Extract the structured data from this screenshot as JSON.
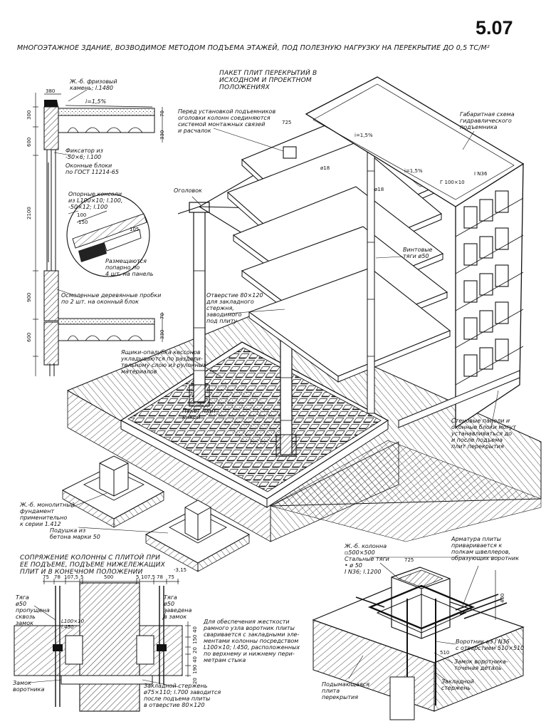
{
  "page": {
    "number": "5.07",
    "title": "МНОГОЭТАЖНОЕ ЗДАНИЕ, ВОЗВОДИМОЕ МЕТОДОМ ПОДЪЕМА ЭТАЖЕЙ, ПОД ПОЛЕЗНУЮ НАГРУЗКУ НА ПЕРЕКРЫТИЕ ДО 0,5 ТС/М²"
  },
  "section_detail": {
    "labels": {
      "cornice": "Ж.-б. фризовый\nкамень; l.1480",
      "slope": "i=1,5%",
      "fixer": "Фиксатор из\n-50×6; l.100",
      "window_blocks": "Оконные блоки\nпо ГОСТ 11214-65",
      "consoles": "Опорные консоли\nиз L100×10; l.100,\n-50×12; l.100",
      "paired": "Размещаются\nпопарно по\n4 шт. на панель",
      "plugs": "Осмоленные деревянные пробки\nпо 2 шт. на оконный блок"
    },
    "dims": {
      "top_width": "380",
      "d300": "300",
      "d600_top": "600",
      "d2100": "2100",
      "d900": "900",
      "d600_bottom": "600",
      "d330_top": "330",
      "d70_top": "70",
      "d330_bottom": "330",
      "d70_bottom": "70",
      "console_100": "100",
      "console_150": "150",
      "console_105": "105"
    }
  },
  "main_view": {
    "caption": "ПАКЕТ ПЛИТ ПЕРЕКРЫТИЙ В\nИСХОДНОМ И ПРОЕКТНОМ\nПОЛОЖЕНИЯХ",
    "labels": {
      "before_install": "Перед установкой подъемников\nоголовки колонн соединяются\nсистемой монтажных связей\nи расчалок",
      "head": "Оголовок",
      "jack_scheme": "Габаритная схема\nгидравлического\nподъемника",
      "screw_rods": "Винтовые\nтяги ø50",
      "opening": "Отверстие 80×120\nдля закладного\nстержня,\nзаводимого\nпод плиту",
      "boxes": "Ящики-опалубка кессонов\nукладываются по раздели-\nтельному слою из рулонных\nматериалов",
      "slab_pack": "Пакет плит\nникой",
      "wall_panels": "Стеновые панели и\nоконные блоки могут\nустанавливаться до\nи после подъема\nплит перекрытия",
      "foundation": "Ж.-б. монолитный\nфундамент\nприменительно\nк серии 1.412",
      "pad": "Подушка из\nбетона марки 50"
    },
    "tags": {
      "d725": "725",
      "phi18_a": "ø18",
      "phi18_b": "ø18",
      "i15_a": "i=1,5%",
      "i15_b": "i=1,5%",
      "channel": "I N36",
      "angle": "Г 100×10",
      "level": "-3,15"
    }
  },
  "bottom_left": {
    "caption": "СОПРЯЖЕНИЕ КОЛОННЫ С ПЛИТОЙ ПРИ\nЕЕ ПОДЪЕМЕ, ПОДЪЕМЕ НИЖЕЛЕЖАЩИХ\nПЛИТ И В КОНЕЧНОМ ПОЛОЖЕНИИ",
    "dims_top": [
      "75",
      "78",
      "107,5",
      "5",
      "500",
      "5",
      "107,5",
      "78",
      "75"
    ],
    "dims_right": [
      "40",
      "150",
      "20",
      "40",
      "190",
      "20"
    ],
    "labels": {
      "rod_left": "Тяга\nø50\nпропущена\nсквозь\nзамок",
      "rod_right": "Тяга\nø50\nзаведена\nв замок",
      "angle": "L100×10\nl.450",
      "lock": "Замок\nворотника",
      "embedded": "Закладной стержень\nø75×110; l.700 заводится\nпосле подъема плиты\nв отверстие 80×120",
      "stiffness": "Для обеспечения жесткости\nрамного узла воротник плиты\nсваривается с закладными эле-\nментами колонны посредством\nL100×10; l.450, расположенных\nпо верхнему и нижнему пери-\nметрам стыка"
    }
  },
  "bottom_right": {
    "labels": {
      "column": "Ж.-б. колонна\n▫500×500\nСтальные тяги\n• ø 50\nI N36; l.1200",
      "rebar": "Арматура плиты\nприваривается к\nполкам швеллеров,\nобразующих воротник",
      "collar": "Воротник из I N36\nс отверстием 510×510",
      "lock_part": "Замок воротника-\nточеная деталь",
      "embedded": "Закладной\nстержень",
      "lifted_slab": "Подымающаяся\nплита\nперекрытия"
    },
    "dims": {
      "d725": "725",
      "d400": "400",
      "d510": "510"
    }
  }
}
